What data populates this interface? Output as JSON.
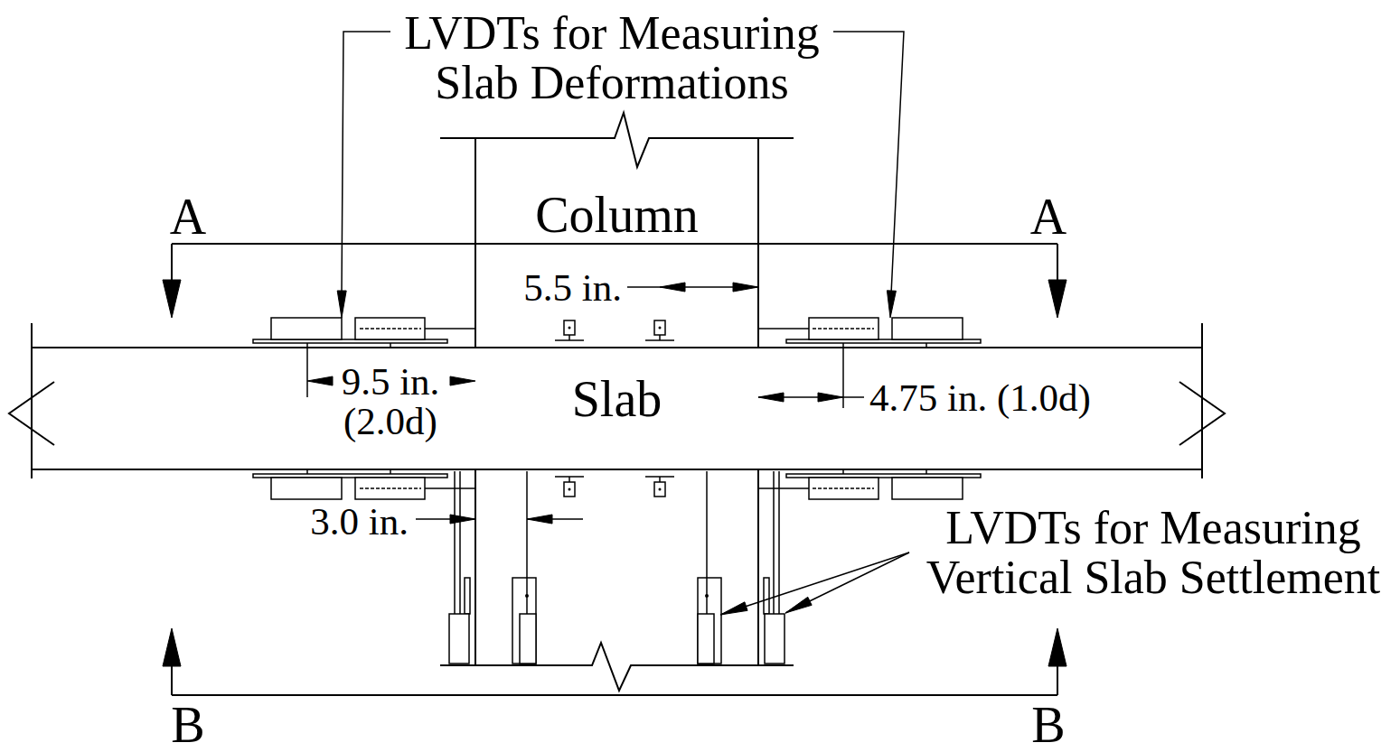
{
  "diagram": {
    "nodes": [
      {
        "text": [
          "Column"
        ]
      },
      {
        "text": [
          "Slab"
        ]
      }
    ],
    "labels": [
      "LVDTs for Measuring Slab Deformations",
      "A",
      "A",
      "5.5 in.",
      "9.5 in.",
      "(2.0d)",
      "4.75 in. (1.0d)",
      "3.0 in.",
      "LVDTs for Measuring Vertical Slab Settlement",
      "B",
      "B"
    ]
  }
}
